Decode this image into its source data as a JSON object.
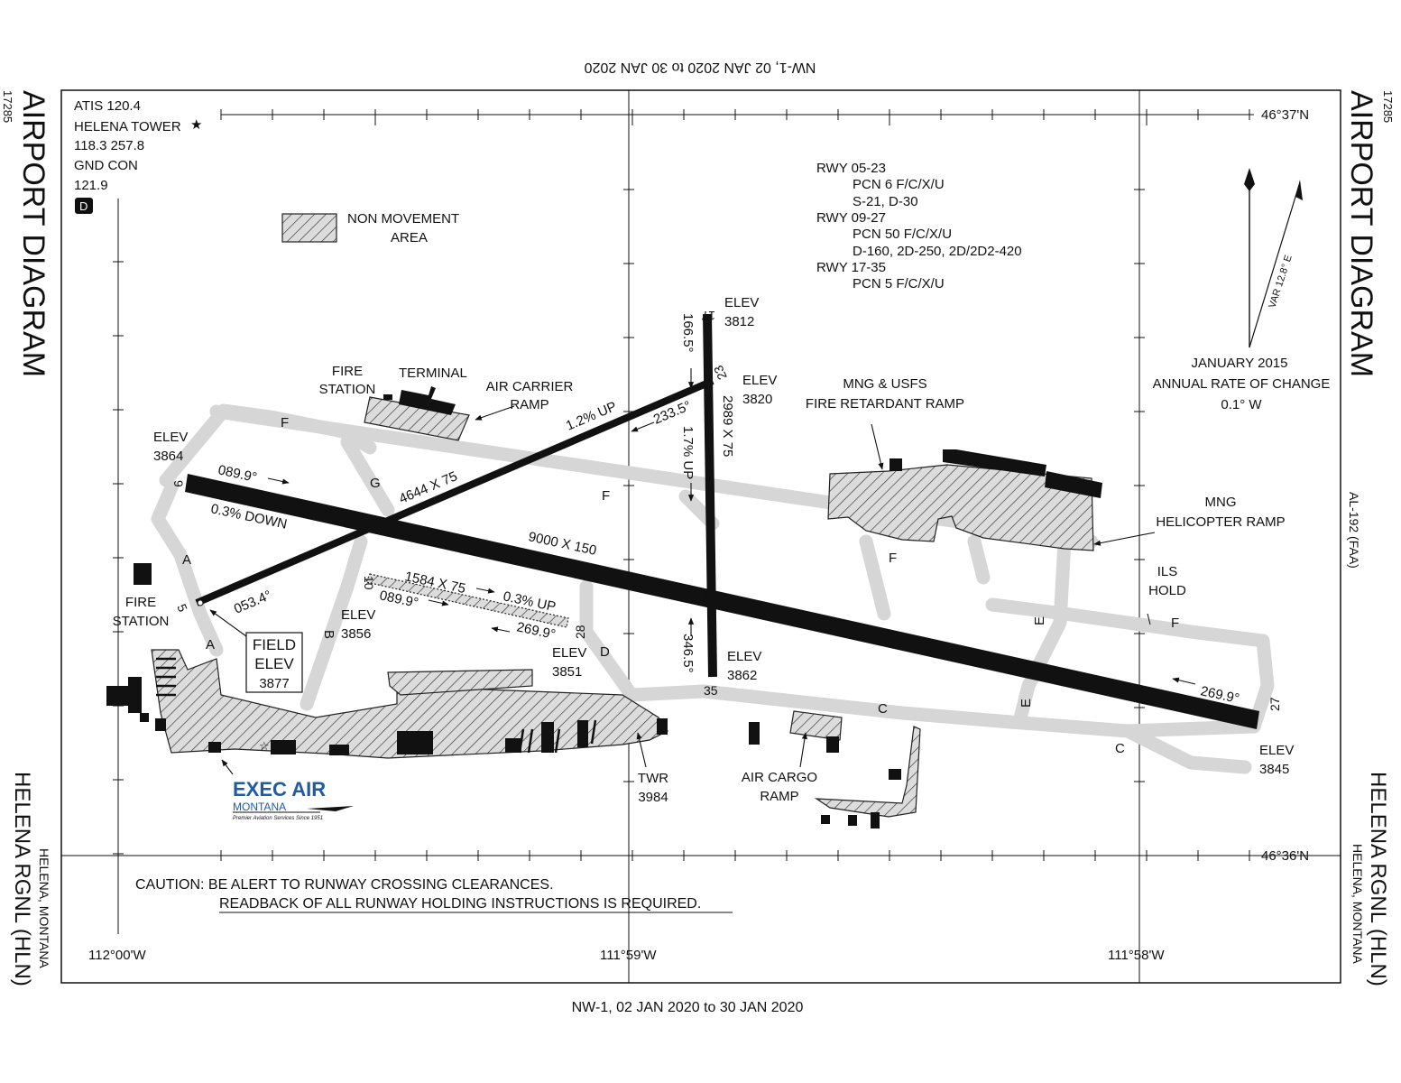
{
  "header_top": "NW-1, 02 JAN 2020 to 30 JAN 2020",
  "footer_bottom": "NW-1, 02 JAN 2020 to 30 JAN 2020",
  "side": {
    "title": "AIRPORT DIAGRAM",
    "number": "17285",
    "airport_name": "HELENA RGNL (HLN)",
    "city": "HELENA, MONTANA",
    "al_ref": "AL-192 (FAA)"
  },
  "freq": {
    "atis": "ATIS 120.4",
    "tower": "HELENA TOWER",
    "tower_freqs": "118.3  257.8",
    "gnd": "GND CON",
    "gnd_freq": "121.9",
    "d_badge": "D"
  },
  "legend": {
    "line1": "NON MOVEMENT",
    "line2": "AREA"
  },
  "pcn": [
    "RWY 05-23",
    "PCN 6 F/C/X/U",
    "S-21, D-30",
    "RWY 09-27",
    "PCN 50 F/C/X/U",
    "D-160, 2D-250, 2D/2D2-420",
    "RWY 17-35",
    "PCN 5 F/C/X/U"
  ],
  "variation": {
    "var": "VAR 12.8° E",
    "rate1": "JANUARY 2015",
    "rate2": "ANNUAL RATE OF CHANGE",
    "rate3": "0.1° W"
  },
  "coords": {
    "lat_top": "46°37'N",
    "lat_bottom": "46°36'N",
    "lon_left": "112°00'W",
    "lon_mid": "111°59'W",
    "lon_right": "111°58'W"
  },
  "runway_labels": {
    "r9": "9",
    "r27": "27",
    "r5": "5",
    "r23": "23",
    "r17": "17",
    "r35": "35",
    "r10": "10",
    "r28": "28",
    "dim_9_27": "9000 X 150",
    "dim_5_23": "4644 X 75",
    "dim_17_35": "2989 X 75",
    "dim_10_28": "1584 X 75",
    "hdg_0899": "089.9°",
    "hdg_2699": "269.9°",
    "hdg_0534": "053.4°",
    "hdg_2335": "233.5°",
    "hdg_1665": "166.5°",
    "hdg_3465": "346.5°",
    "hdg_0899b": "089.9°",
    "hdg_2699b": "269.9°",
    "grad_down": "0.3% DOWN",
    "grad_12up": "1.2% UP",
    "grad_17up": "1.7% UP",
    "grad_03up": "0.3% UP"
  },
  "elev": {
    "e3864": [
      "ELEV",
      "3864"
    ],
    "e3812": [
      "ELEV",
      "3812"
    ],
    "e3820": [
      "ELEV",
      "3820"
    ],
    "e3856": [
      "ELEV",
      "3856"
    ],
    "e3851": [
      "ELEV",
      "3851"
    ],
    "e3862": [
      "ELEV",
      "3862"
    ],
    "e3845": [
      "ELEV",
      "3845"
    ],
    "field": [
      "FIELD",
      "ELEV",
      "3877"
    ]
  },
  "labels": {
    "fire_station_1": [
      "FIRE",
      "STATION"
    ],
    "fire_station_2": [
      "FIRE",
      "STATION"
    ],
    "terminal": "TERMINAL",
    "air_carrier": [
      "AIR CARRIER",
      "RAMP"
    ],
    "mng_usfs": [
      "MNG & USFS",
      "FIRE RETARDANT RAMP"
    ],
    "mng_heli": [
      "MNG",
      "HELICOPTER RAMP"
    ],
    "ils_hold": [
      "ILS",
      "HOLD"
    ],
    "twr": [
      "TWR",
      "3984"
    ],
    "air_cargo": [
      "AIR CARGO",
      "RAMP"
    ],
    "exec_air": "EXEC AIR",
    "exec_montana": "MONTANA",
    "exec_tagline": "Premier Aviation Services Since 1951"
  },
  "taxiways": {
    "A": "A",
    "B": "B",
    "C": "C",
    "D": "D",
    "E": "E",
    "F": "F",
    "G": "G"
  },
  "caution": {
    "line1": "CAUTION: BE ALERT TO RUNWAY CROSSING CLEARANCES.",
    "line2": "READBACK OF ALL RUNWAY HOLDING INSTRUCTIONS IS REQUIRED."
  }
}
